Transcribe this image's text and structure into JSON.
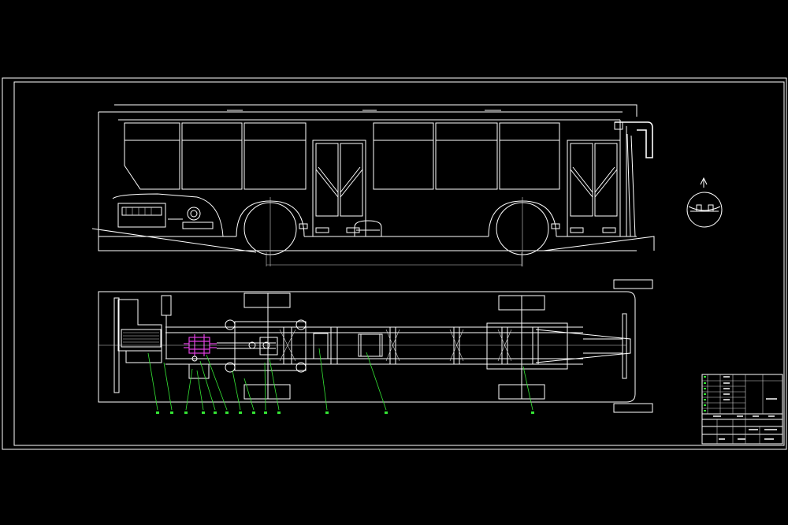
{
  "drawing": {
    "background": "#000000",
    "line_color": "#ffffff",
    "leader_color": "#35e635",
    "highlight_color": "#e040e0"
  },
  "views": [
    "side-elevation",
    "chassis-plan",
    "detail-circle"
  ],
  "part_callouts": [
    "1",
    "2",
    "3",
    "4",
    "5",
    "6",
    "7",
    "8",
    "9",
    "10",
    "11",
    "12",
    "13",
    "14",
    "15"
  ],
  "title_block": {
    "rows": 10
  }
}
